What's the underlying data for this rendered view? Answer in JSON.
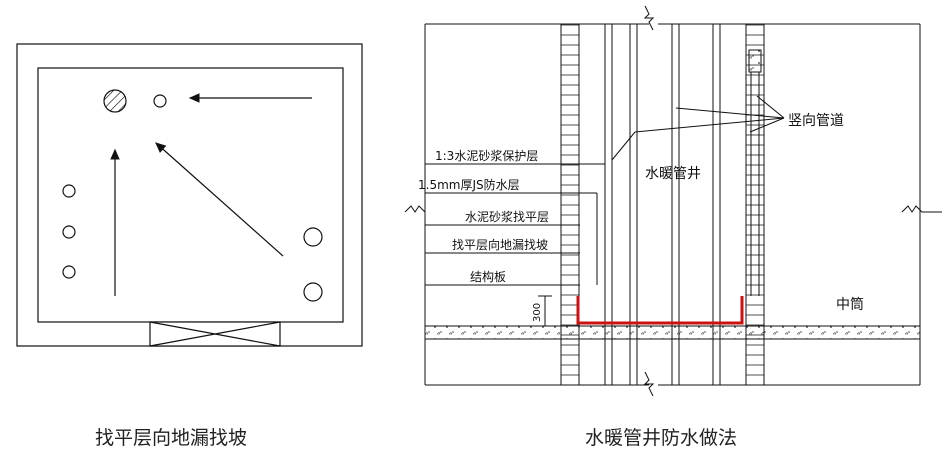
{
  "left_plan": {
    "caption": "找平层向地漏找坡"
  },
  "section": {
    "caption": "水暖管井防水做法",
    "layers": [
      "1:3水泥砂浆保护层",
      "1.5mm厚JS防水层",
      "水泥砂浆找平层",
      "找平层向地漏找坡",
      "结构板"
    ],
    "shaft_label": "水暖管井",
    "pipe_label": "竖向管道",
    "core_label": "中筒",
    "dimension": "300",
    "colors": {
      "membrane": "#cc1111",
      "line": "#111111"
    }
  }
}
